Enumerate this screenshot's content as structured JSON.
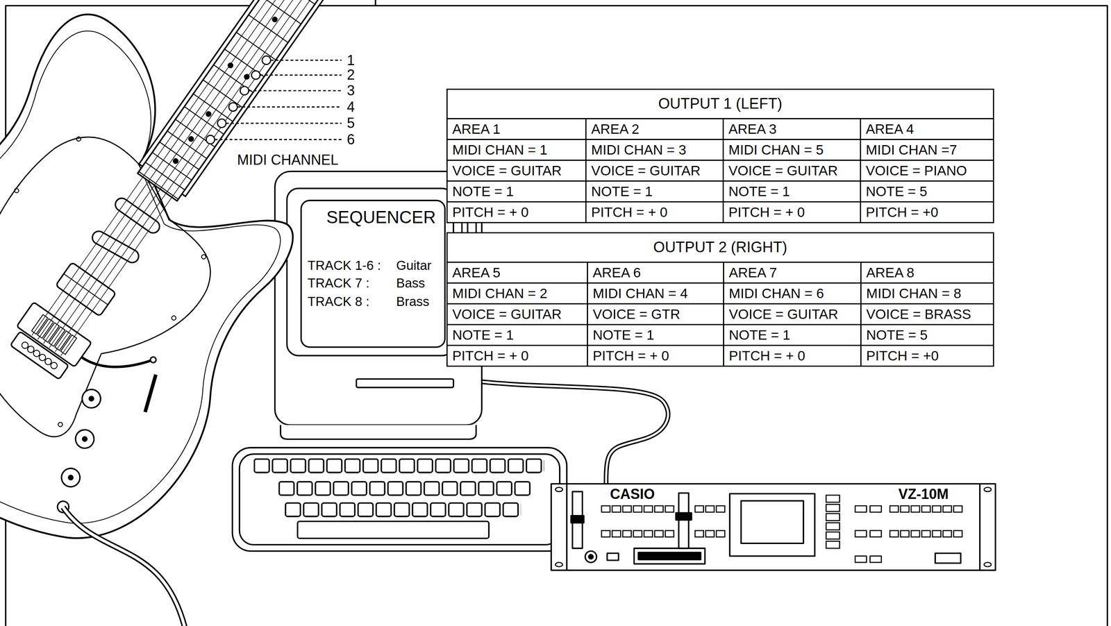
{
  "diagram": {
    "nodes": [
      {
        "text": [
          "OUTPUT 1 (LEFT)"
        ]
      },
      {
        "text": [
          "AREA 1",
          "MIDI CHAN = 1",
          "VOICE = GUITAR",
          "NOTE = 1",
          "PITCH = + 0"
        ],
        "in": 0
      },
      {
        "text": [
          "AREA 2",
          "MIDI CHAN = 3",
          "VOICE = GUITAR",
          "NOTE = 1",
          "PITCH = + 0"
        ],
        "in": 0
      },
      {
        "text": [
          "AREA 3",
          "MIDI CHAN = 5",
          "VOICE = GUITAR",
          "NOTE = 1",
          "PITCH = + 0"
        ],
        "in": 0
      },
      {
        "text": [
          "AREA 4",
          "MIDI CHAN =7",
          "VOICE = PIANO",
          "NOTE = 5",
          "PITCH = +0"
        ],
        "in": 0
      },
      {
        "text": [
          "SEQUENCER",
          "TRACK 1-6 :",
          "Guitar",
          "TRACK 7 :",
          "Bass",
          "TRACK 8 :",
          "Brass"
        ]
      },
      {
        "text": [
          "OUTPUT 2 (RIGHT)"
        ]
      },
      {
        "text": [
          "AREA 5",
          "MIDI CHAN = 2",
          "VOICE = GUITAR",
          "NOTE = 1",
          "PITCH = + 0"
        ],
        "in": 6
      },
      {
        "text": [
          "AREA 6",
          "MIDI CHAN = 4",
          "VOICE = GTR",
          "NOTE = 1",
          "PITCH = + 0"
        ],
        "in": 6
      },
      {
        "text": [
          "AREA 7",
          "MIDI CHAN = 6",
          "VOICE = GUITAR",
          "NOTE = 1",
          "PITCH = + 0"
        ],
        "in": 6
      },
      {
        "text": [
          "AREA 8",
          "MIDI CHAN = 8",
          "VOICE = BRASS",
          "NOTE = 5",
          "PITCH = +0"
        ],
        "in": 6
      },
      {
        "text": [
          "CASIO",
          "VZ-10M"
        ]
      }
    ],
    "edges": [
      {
        "from": 5,
        "to": 11,
        "arrow": "none"
      }
    ],
    "labels": [
      "1",
      "2",
      "3",
      "4",
      "5",
      "6",
      "MIDI CHANNEL"
    ]
  }
}
